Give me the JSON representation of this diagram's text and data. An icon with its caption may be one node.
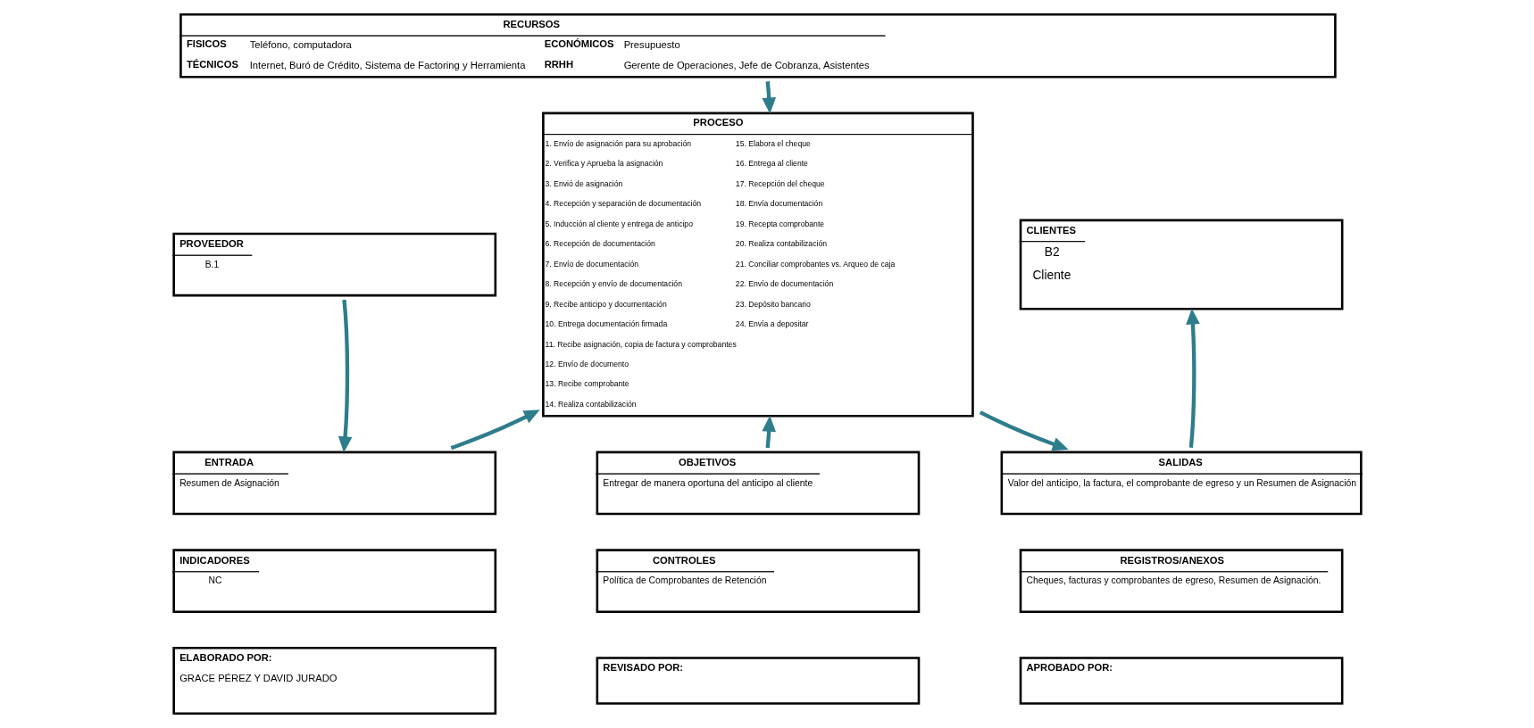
{
  "diagram": {
    "nodes": [
      {
        "text": [
          "RECURSOS",
          "FISICOS",
          "Teléfono, computadora",
          "ECONÓMICOS",
          "Presupuesto",
          "TÉCNICOS",
          "Internet, Buró de Crédito, Sistema de Factoring y Herramienta",
          "RRHH",
          "Gerente de Operaciones, Jefe de Cobranza, Asistentes"
        ]
      },
      {
        "text": [
          "PROVEEDOR",
          "B.1"
        ]
      },
      {
        "text": [
          "PROCESO",
          "1. Envío de asignación para su aprobación",
          "2. Verifica y Aprueba la asignación",
          "3. Envió de asignación",
          "4. Recepción y separación de documentación",
          "5. Inducción al cliente y entrega de anticipo",
          "6. Recepción de documentación",
          "7. Envío de documentación",
          "8. Recepción y envío de documentación",
          "9. Recibe anticipo y documentación",
          "10. Entrega documentación firmada",
          "11. Recibe asignación, copia de factura y comprobantes",
          "12. Envío de documento",
          "13. Recibe comprobante",
          "14. Realiza contabilización",
          "15. Elabora el cheque",
          "16. Entrega al cliente",
          "17. Recepción del cheque",
          "18. Envía documentación",
          "19. Recepta comprobante",
          "20. Realiza contabilización",
          "21. Conciliar comprobantes vs. Arqueo de caja",
          "22. Envío de documentación",
          "23. Depósito bancario",
          "24. Envía a depositar"
        ]
      },
      {
        "text": [
          "CLIENTES",
          "B2",
          "Cliente"
        ]
      },
      {
        "text": [
          "ENTRADA",
          "Resumen de Asignación"
        ]
      },
      {
        "text": [
          "OBJETIVOS",
          "Entregar de manera oportuna del anticipo al cliente"
        ]
      },
      {
        "text": [
          "SALIDAS",
          "Valor del anticipo, la factura, el comprobante de egreso y un Resumen de Asignación"
        ]
      },
      {
        "text": [
          "INDICADORES",
          "NC"
        ]
      },
      {
        "text": [
          "CONTROLES",
          "Política de Comprobantes de Retención"
        ]
      },
      {
        "text": [
          "REGISTROS/ANEXOS",
          "Cheques, facturas y comprobantes de egreso, Resumen de Asignación."
        ]
      },
      {
        "text": [
          "ELABORADO POR:",
          "GRACE PÉREZ Y DAVID JURADO"
        ]
      },
      {
        "text": [
          "REVISADO POR:"
        ]
      },
      {
        "text": [
          "APROBADO POR:"
        ]
      }
    ],
    "edges": [
      {
        "from": 0,
        "to": 2,
        "arrow": "to"
      },
      {
        "from": 1,
        "to": 4,
        "arrow": "to"
      },
      {
        "from": 4,
        "to": 2,
        "arrow": "to"
      },
      {
        "from": 5,
        "to": 2,
        "arrow": "to"
      },
      {
        "from": 2,
        "to": 6,
        "arrow": "to"
      },
      {
        "from": 6,
        "to": 3,
        "arrow": "to"
      }
    ]
  }
}
